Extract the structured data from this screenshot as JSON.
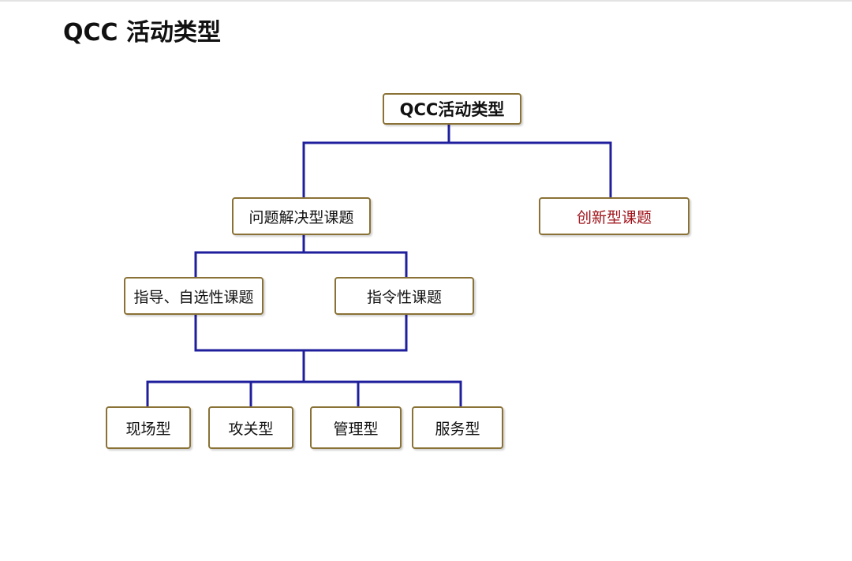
{
  "page": {
    "title": "QCC 活动类型"
  },
  "diagram": {
    "line_color": "#1f1f9e",
    "border_color": "#8a7236",
    "accent_color": "#a0141c",
    "root": "QCC活动类型",
    "level1": {
      "problem_solving": "问题解决型课题",
      "innovation": "创新型课题"
    },
    "level2": {
      "guided_optional": "指导、自选性课题",
      "directive": "指令性课题"
    },
    "level3": [
      "现场型",
      "攻关型",
      "管理型",
      "服务型"
    ]
  }
}
